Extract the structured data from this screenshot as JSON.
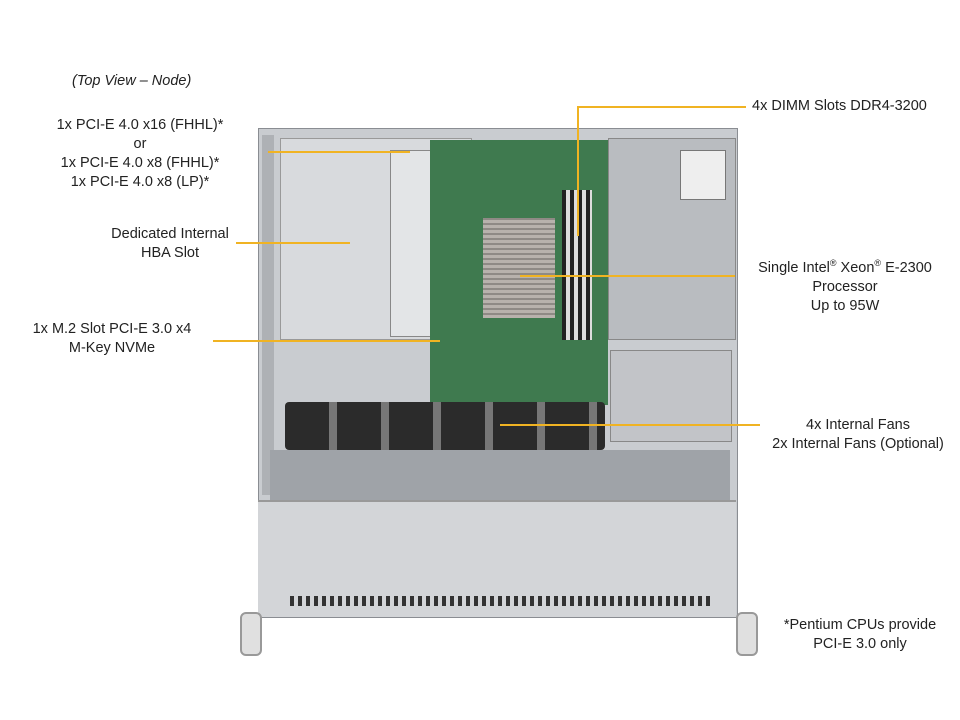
{
  "title": "(Top View – Node)",
  "callouts": {
    "pcie": {
      "line1": "1x PCI-E 4.0 x16 (FHHL)*",
      "line2": "or",
      "line3": "1x PCI-E 4.0 x8 (FHHL)*",
      "line4": "1x PCI-E 4.0 x8 (LP)*"
    },
    "hba": {
      "line1": "Dedicated Internal",
      "line2": "HBA Slot"
    },
    "m2": {
      "line1": "1x M.2 Slot PCI-E 3.0 x4",
      "line2": "M-Key NVMe"
    },
    "dimm": {
      "line1": "4x DIMM Slots DDR4-3200"
    },
    "cpu": {
      "line1a": "Single Intel",
      "reg": "®",
      "line1b": " Xeon",
      "line1c": " E-2300",
      "line2": "Processor",
      "line3": "Up to 95W"
    },
    "fans": {
      "line1": "4x Internal  Fans",
      "line2": "2x Internal  Fans (Optional)"
    },
    "note": {
      "line1": "*Pentium CPUs provide",
      "line2": "PCI-E 3.0 only"
    }
  },
  "colors": {
    "callout_line": "#f0b323",
    "board": "#3f7a4f",
    "chassis": "#c9ccd0"
  }
}
